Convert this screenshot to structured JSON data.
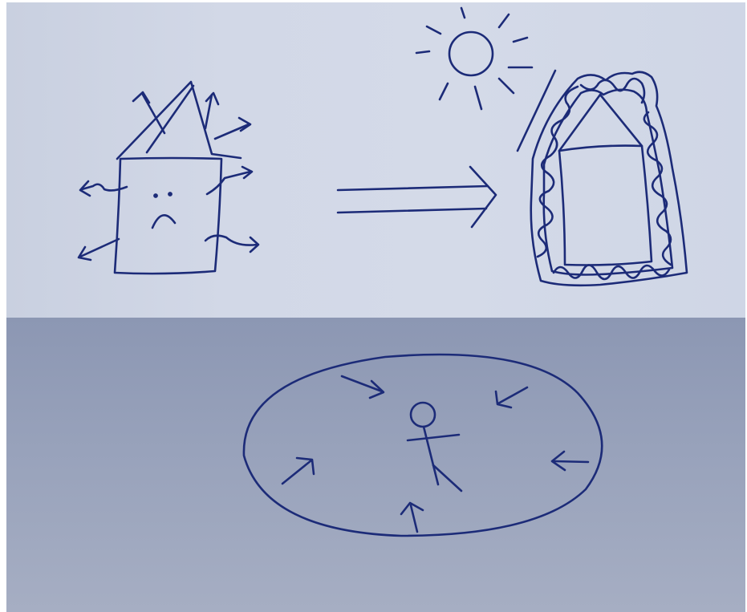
{
  "figure": {
    "ink_color": "#1c2b78",
    "top_panel_color": "#d2d8e7",
    "bottom_panel_color": "#98a2bb"
  },
  "panels": [
    {
      "name": "before-house",
      "elements": [
        "sad-house-icon",
        "heat-escape-arrows"
      ]
    },
    {
      "name": "transition",
      "elements": [
        "double-arrow-icon"
      ]
    },
    {
      "name": "after-house",
      "elements": [
        "insulated-house-icon",
        "sun-icon",
        "sun-ray-line"
      ]
    },
    {
      "name": "person-in-circle",
      "elements": [
        "stick-figure-icon",
        "enclosing-circle",
        "inward-arrows"
      ]
    }
  ]
}
